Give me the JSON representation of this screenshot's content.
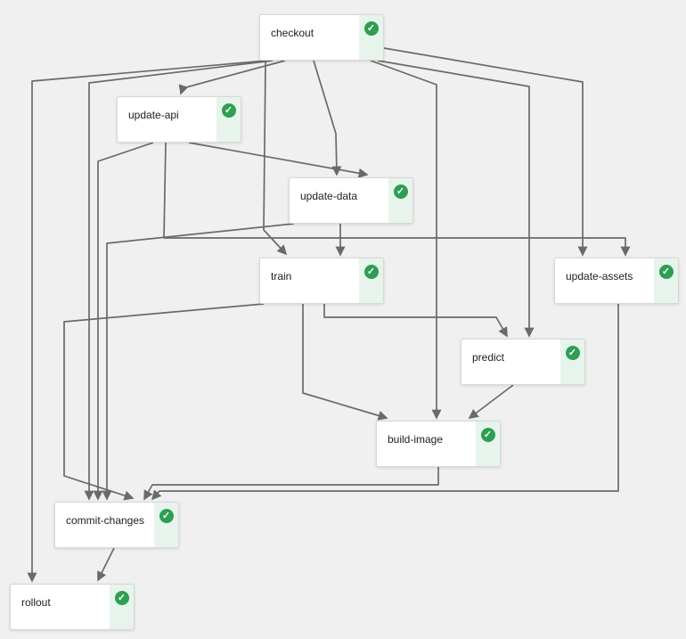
{
  "icons": {
    "success_check": "✓"
  },
  "colors": {
    "background": "#f0f0f0",
    "node_background": "#ffffff",
    "node_border": "#d8d8d8",
    "status_strip": "#e7f4ec",
    "status_success": "#2e9e52",
    "edge": "#6a6a6a"
  },
  "graph": {
    "nodes": [
      {
        "id": "checkout",
        "label": "checkout",
        "status": "success"
      },
      {
        "id": "update-api",
        "label": "update-api",
        "status": "success"
      },
      {
        "id": "update-data",
        "label": "update-data",
        "status": "success"
      },
      {
        "id": "train",
        "label": "train",
        "status": "success"
      },
      {
        "id": "update-assets",
        "label": "update-assets",
        "status": "success"
      },
      {
        "id": "predict",
        "label": "predict",
        "status": "success"
      },
      {
        "id": "build-image",
        "label": "build-image",
        "status": "success"
      },
      {
        "id": "commit-changes",
        "label": "commit-changes",
        "status": "success"
      },
      {
        "id": "rollout",
        "label": "rollout",
        "status": "success"
      }
    ],
    "edges": [
      {
        "from": "checkout",
        "to": "update-api"
      },
      {
        "from": "checkout",
        "to": "update-data"
      },
      {
        "from": "checkout",
        "to": "train"
      },
      {
        "from": "checkout",
        "to": "update-assets"
      },
      {
        "from": "checkout",
        "to": "predict"
      },
      {
        "from": "checkout",
        "to": "build-image"
      },
      {
        "from": "checkout",
        "to": "commit-changes"
      },
      {
        "from": "checkout",
        "to": "rollout"
      },
      {
        "from": "update-api",
        "to": "update-data"
      },
      {
        "from": "update-api",
        "to": "update-assets"
      },
      {
        "from": "update-api",
        "to": "commit-changes"
      },
      {
        "from": "update-data",
        "to": "train"
      },
      {
        "from": "update-data",
        "to": "commit-changes"
      },
      {
        "from": "train",
        "to": "predict"
      },
      {
        "from": "train",
        "to": "build-image"
      },
      {
        "from": "train",
        "to": "commit-changes"
      },
      {
        "from": "predict",
        "to": "build-image"
      },
      {
        "from": "build-image",
        "to": "commit-changes"
      },
      {
        "from": "update-assets",
        "to": "commit-changes"
      },
      {
        "from": "commit-changes",
        "to": "rollout"
      }
    ]
  }
}
